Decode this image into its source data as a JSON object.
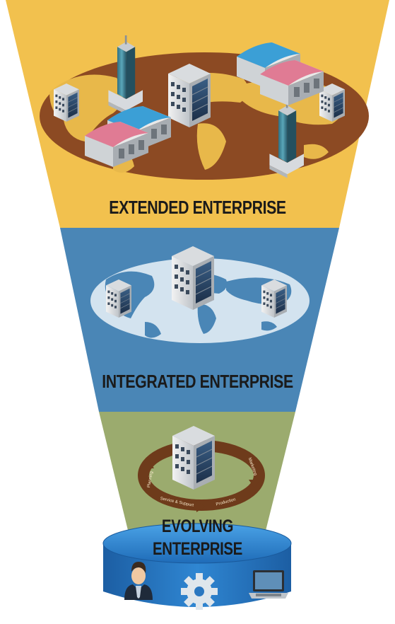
{
  "tiers": {
    "extended": {
      "label": "EXTENDED ENTERPRISE",
      "color": "#f2c14e"
    },
    "integrated": {
      "label": "INTEGRATED ENTERPRISE",
      "color": "#4a86b6"
    },
    "evolving": {
      "label_line1": "EVOLVING",
      "label_line2": "ENTERPRISE",
      "color": "#9bab6e"
    }
  },
  "cycle": {
    "labels": [
      "Planning",
      "Marketing",
      "Production",
      "Service & Support"
    ]
  },
  "base": {
    "color": "#2b77c0",
    "icons": [
      "user-icon",
      "gear-icon",
      "laptop-icon"
    ]
  }
}
